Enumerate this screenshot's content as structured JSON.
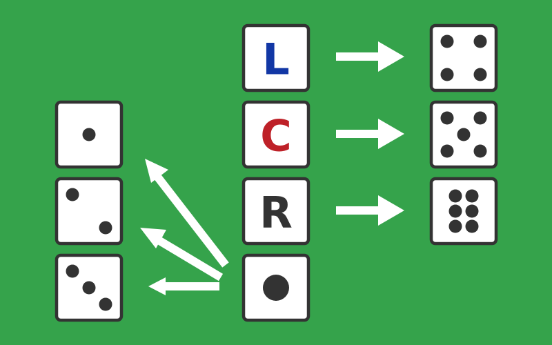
{
  "background_color": "#35a34b",
  "letter_dice": [
    {
      "letter": "L",
      "color": "#1237a5"
    },
    {
      "letter": "C",
      "color": "#be2128"
    },
    {
      "letter": "R",
      "color": "#333333"
    }
  ],
  "dot_die_face": 1,
  "left_dice_faces": [
    1,
    2,
    3
  ],
  "right_dice_faces": [
    4,
    5,
    6
  ]
}
